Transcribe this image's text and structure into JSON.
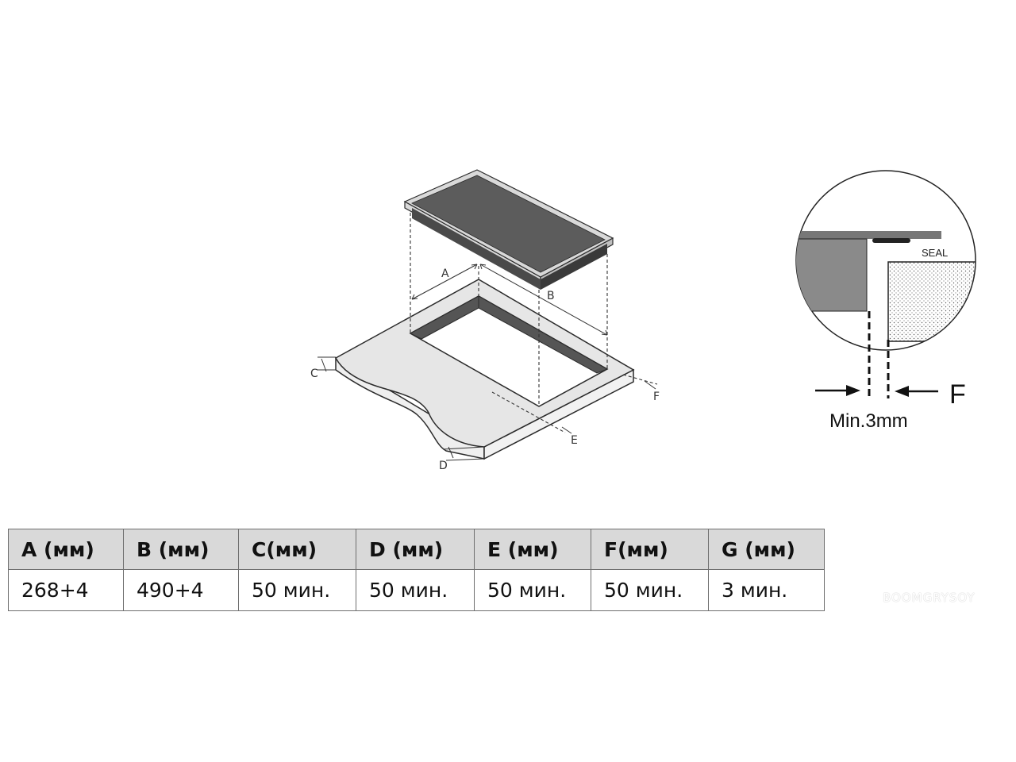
{
  "diagram": {
    "dimension_labels": {
      "a": "A",
      "b": "B",
      "c": "C",
      "d": "D",
      "e": "E",
      "f": "F"
    },
    "detail": {
      "seal_label": "SEAL",
      "gap_label": "F",
      "min_gap_text": "Min.3mm"
    },
    "colors": {
      "glass_top": "#5c5c5c",
      "hob_frame": "#d9d9d9",
      "countertop": "#e6e6e6",
      "cutout_wall": "#555555",
      "outline": "#2b2b2b"
    }
  },
  "table": {
    "headers": [
      "A (мм)",
      "B (мм)",
      "C(мм)",
      "D (мм)",
      "E (мм)",
      "F(мм)",
      "G (мм)"
    ],
    "rows": [
      [
        "268+4",
        "490+4",
        "50 мин.",
        "50 мин.",
        "50 мин.",
        "50 мин.",
        "3 мин."
      ]
    ]
  },
  "watermark": "BOOMGRYSOY"
}
